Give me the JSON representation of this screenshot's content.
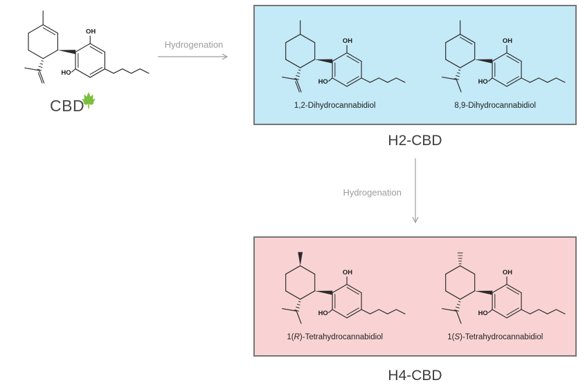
{
  "diagram": {
    "reactant": {
      "label": "CBD"
    },
    "arrow1": {
      "label": "Hydrogenation"
    },
    "arrow2": {
      "label": "Hydrogenation"
    },
    "h2_box": {
      "title": "H2-CBD",
      "background": "#c4e9f7",
      "molecules": [
        {
          "label": "1,2-Dihydrocannabidiol",
          "features": {
            "ring_double_bond": false,
            "side_chain": "isopropenyl",
            "methyl_stereo": "plain"
          }
        },
        {
          "label": "8,9-Dihydrocannabidiol",
          "features": {
            "ring_double_bond": true,
            "side_chain": "isopropyl",
            "methyl_stereo": "plain"
          }
        }
      ]
    },
    "h4_box": {
      "title": "H4-CBD",
      "background": "#f9d3d4",
      "molecules": [
        {
          "prefix": "1(",
          "stereo": "R",
          "suffix": ")-Tetrahydrocannabidiol",
          "features": {
            "ring_double_bond": false,
            "side_chain": "isopropyl",
            "methyl_stereo": "wedge"
          }
        },
        {
          "prefix": "1(",
          "stereo": "S",
          "suffix": ")-Tetrahydrocannabidiol",
          "features": {
            "ring_double_bond": false,
            "side_chain": "isopropyl",
            "methyl_stereo": "hash"
          }
        }
      ]
    },
    "cbd_features": {
      "ring_double_bond": true,
      "side_chain": "isopropenyl",
      "methyl_stereo": "plain"
    },
    "atom_labels": {
      "top": "OH",
      "bottom": "HO"
    },
    "colors": {
      "bond": "#2b2b2b",
      "arrow": "#9c9c9c",
      "leaf": "#7cbe3d",
      "box_border": "#757575"
    }
  }
}
